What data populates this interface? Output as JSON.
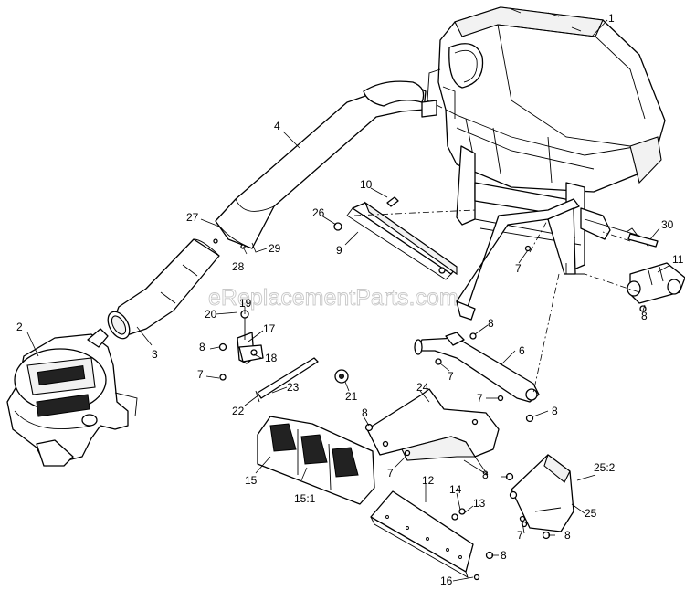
{
  "watermark": "eReplacementParts.com",
  "callouts": {
    "c1": "1",
    "c2": "2",
    "c3": "3",
    "c4": "4",
    "c6": "6",
    "c7a": "7",
    "c7b": "7",
    "c7c": "7",
    "c7d": "7",
    "c7e": "7",
    "c7f": "7",
    "c8a": "8",
    "c8b": "8",
    "c8c": "8",
    "c8d": "8",
    "c8e": "8",
    "c8f": "8",
    "c8g": "8",
    "c8h": "8",
    "c9": "9",
    "c10": "10",
    "c11": "11",
    "c12": "12",
    "c13": "13",
    "c14": "14",
    "c15": "15",
    "c15_1": "15:1",
    "c16": "16",
    "c17": "17",
    "c18": "18",
    "c19": "19",
    "c20": "20",
    "c21": "21",
    "c22": "22",
    "c23": "23",
    "c24": "24",
    "c25": "25",
    "c25_2": "25:2",
    "c26": "26",
    "c27": "27",
    "c28": "28",
    "c29": "29",
    "c30": "30"
  }
}
